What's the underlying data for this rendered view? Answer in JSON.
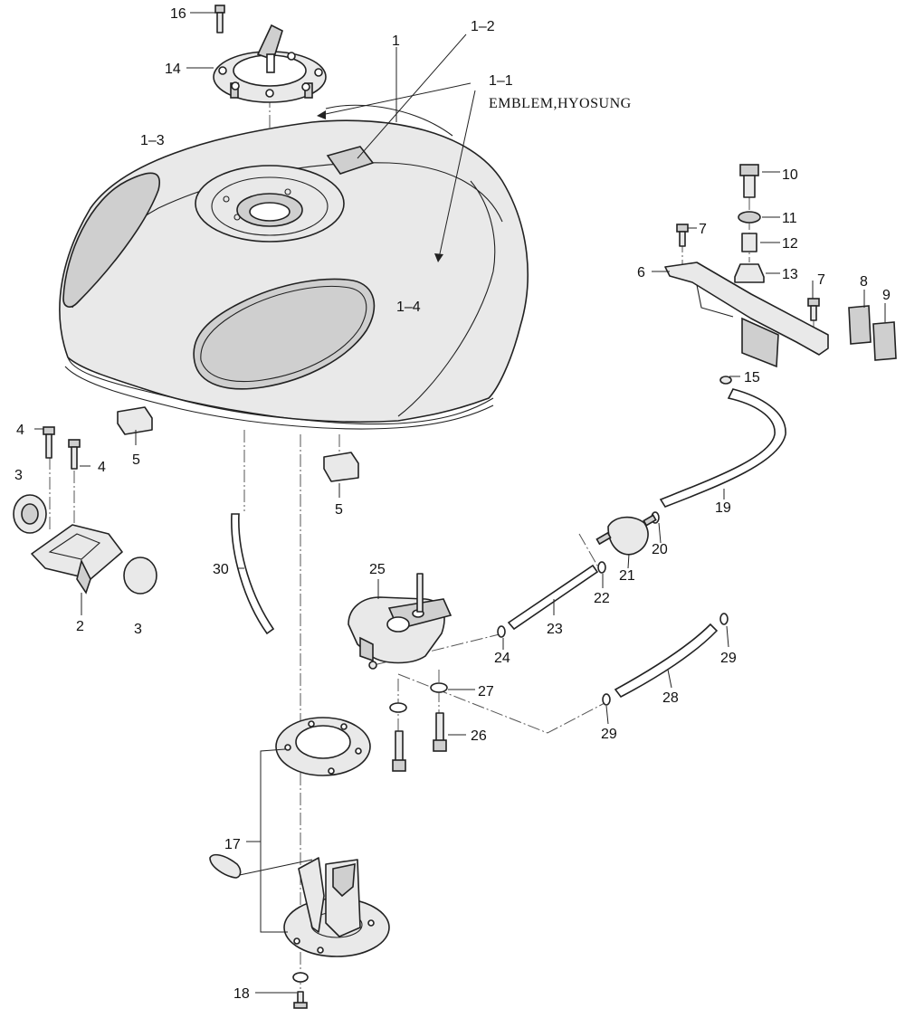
{
  "callouts": {
    "c1": "1",
    "c1_1": "1–1",
    "c1_2": "1–2",
    "c1_3": "1–3",
    "c1_4": "1–4",
    "emblem": "EMBLEM,HYOSUNG",
    "c2": "2",
    "c3a": "3",
    "c3b": "3",
    "c4a": "4",
    "c4b": "4",
    "c5a": "5",
    "c5b": "5",
    "c6": "6",
    "c7a": "7",
    "c7b": "7",
    "c8": "8",
    "c9": "9",
    "c10": "10",
    "c11": "11",
    "c12": "12",
    "c13": "13",
    "c14": "14",
    "c15": "15",
    "c16": "16",
    "c17": "17",
    "c18": "18",
    "c19": "19",
    "c20": "20",
    "c21": "21",
    "c22": "22",
    "c23": "23",
    "c24": "24",
    "c25": "25",
    "c26": "26",
    "c27": "27",
    "c28": "28",
    "c29a": "29",
    "c29b": "29",
    "c30": "30"
  }
}
